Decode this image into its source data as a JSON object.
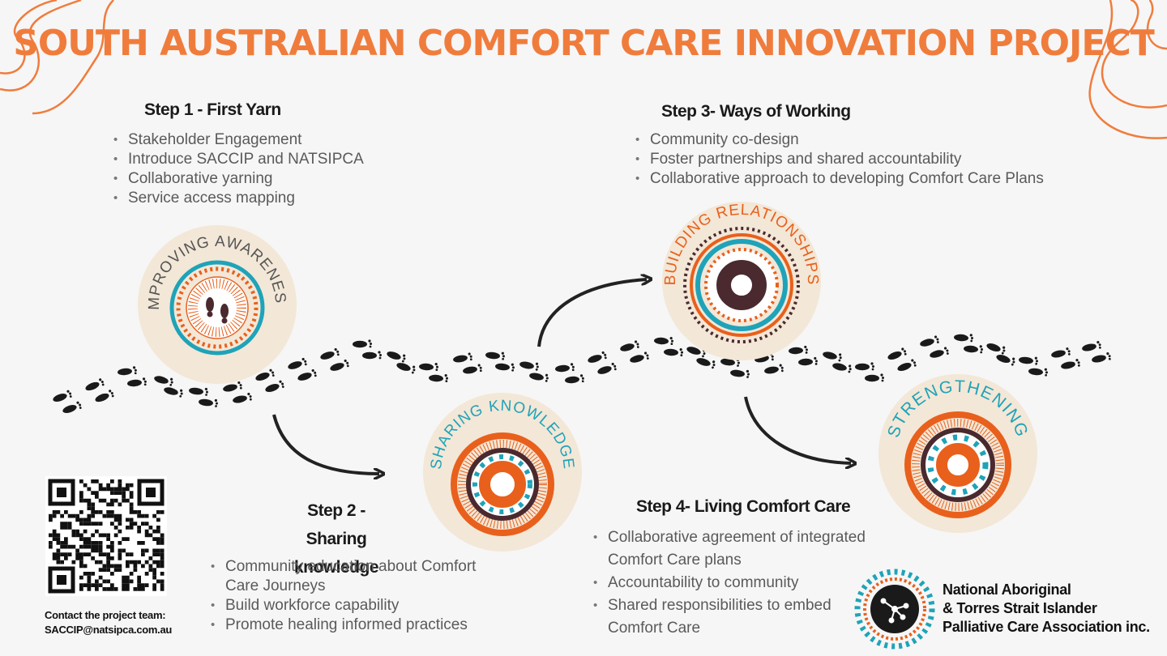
{
  "title": "SOUTH AUSTRALIAN COMFORT CARE INNOVATION PROJECT",
  "colors": {
    "orange": "#f07c3c",
    "dark_orange": "#e8601c",
    "teal": "#1fa3b8",
    "maroon": "#4a2a2e",
    "cream": "#f3e7d7",
    "dark": "#1a1a1a"
  },
  "steps": [
    {
      "heading": "Step 1 - First Yarn",
      "bullets": [
        "Stakeholder Engagement",
        "Introduce SACCIP and NATSIPCA",
        "Collaborative yarning",
        "Service access mapping"
      ]
    },
    {
      "heading_line1": "Step 2 - Sharing",
      "heading_line2": "knowledge",
      "bullets": [
        "Community education about Comfort Care Journeys",
        "Build workforce capability",
        "Promote healing informed practices"
      ]
    },
    {
      "heading": "Step 3- Ways of Working",
      "bullets": [
        "Community co-design",
        "Foster partnerships and shared accountability",
        "Collaborative approach to developing Comfort Care Plans"
      ]
    },
    {
      "heading": "Step 4- Living Comfort Care",
      "bullets": [
        "Collaborative agreement of integrated Comfort Care plans",
        "Accountability to community",
        "Shared responsibilities to embed Comfort Care"
      ]
    }
  ],
  "badges": {
    "improving": "IMPROVING AWARENESS",
    "sharing": "SHARING KNOWLEDGE",
    "building": "BUILDING RELATIONSHIPS",
    "strengthening": "STRENGTHENING"
  },
  "contact": {
    "line1": "Contact the project team:",
    "email": "SACCIP@natsipca.com.au"
  },
  "org": {
    "line1": "National Aboriginal",
    "line2": "& Torres Strait Islander",
    "line3": "Palliative Care Association inc."
  },
  "icons": [
    "footprints-icon",
    "qr-code",
    "natsipca-logo",
    "arrow-icon"
  ]
}
